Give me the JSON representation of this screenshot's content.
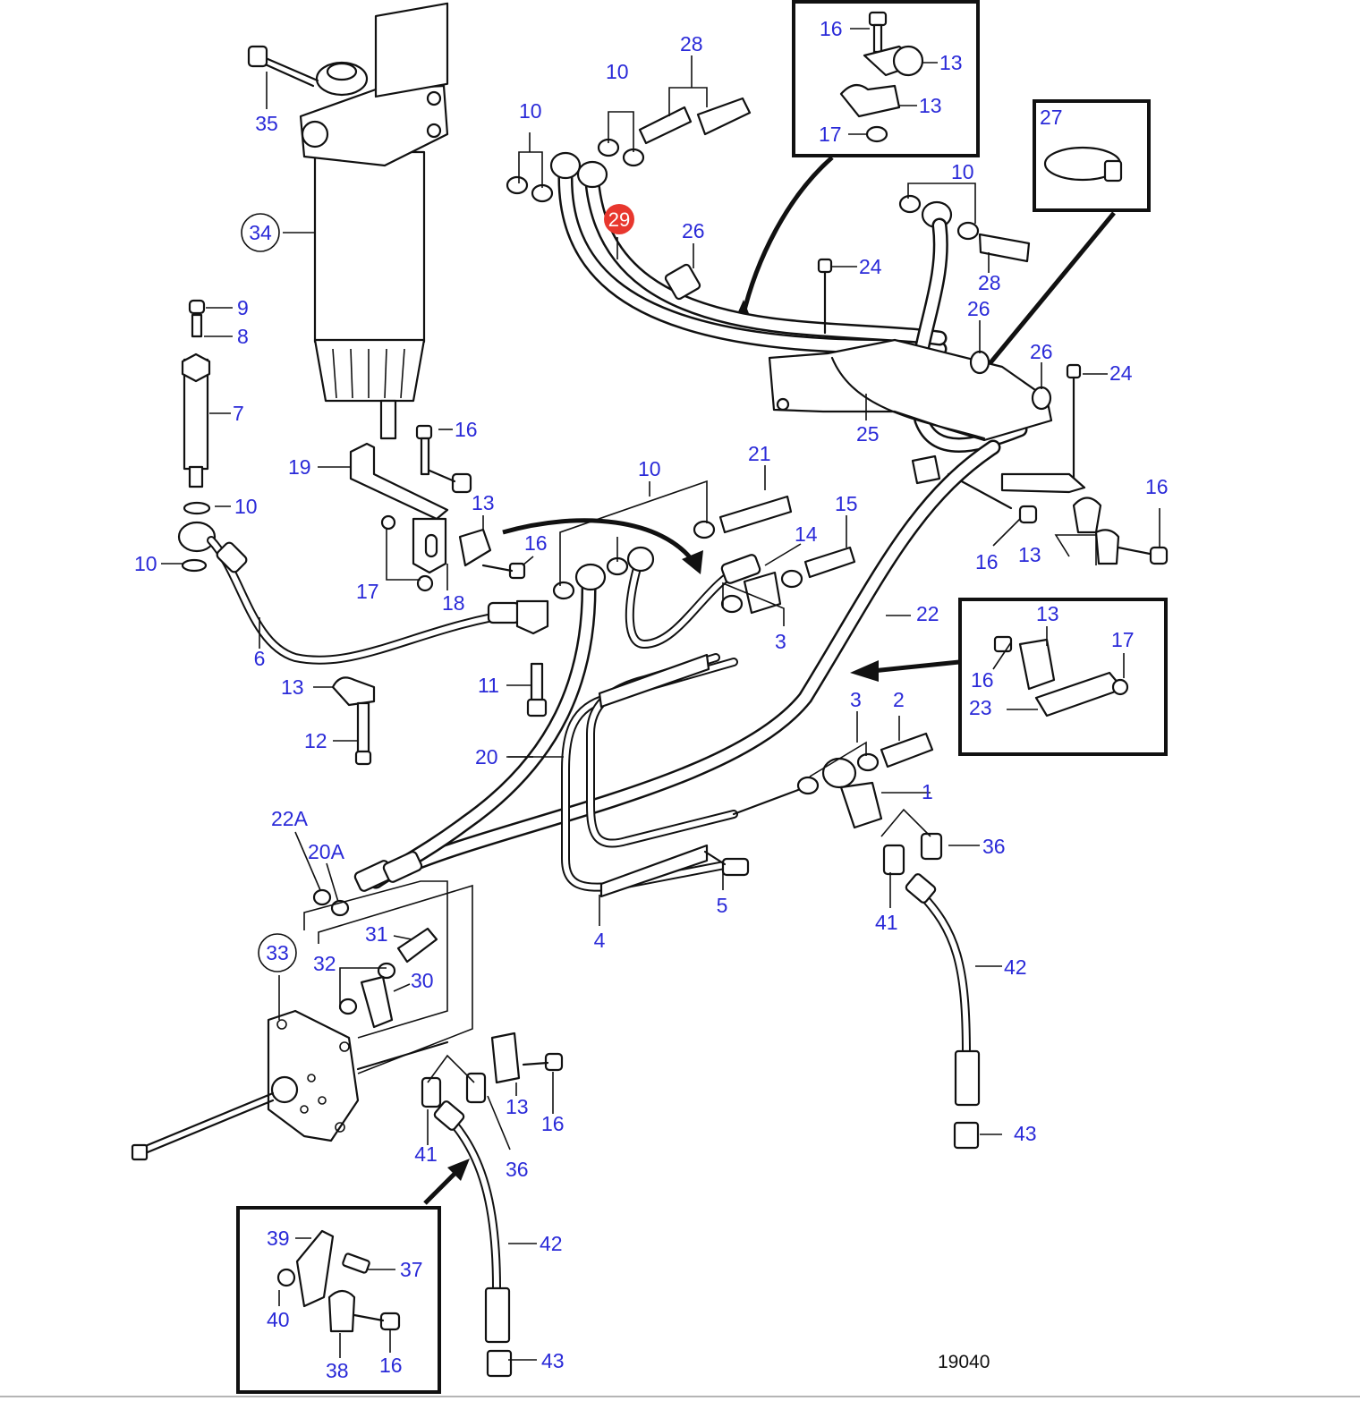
{
  "figure_number": "19040",
  "highlight_color": "#e8372e",
  "callout_color": "#2a2ad8",
  "callouts": {
    "c1": "1",
    "c2": "2",
    "c3a": "3",
    "c3b": "3",
    "c4": "4",
    "c5": "5",
    "c6": "6",
    "c7": "7",
    "c8": "8",
    "c9": "9",
    "c10a": "10",
    "c10b": "10",
    "c10c": "10",
    "c10d": "10",
    "c10e": "10",
    "c10f": "10",
    "c11": "11",
    "c12": "12",
    "c13a": "13",
    "c13b": "13",
    "c13c": "13",
    "c13d": "13",
    "c13e": "13",
    "c13f": "13",
    "c13g": "13",
    "c14": "14",
    "c15": "15",
    "c16a": "16",
    "c16b": "16",
    "c16c": "16",
    "c16d": "16",
    "c16e": "16",
    "c16f": "16",
    "c16g": "16",
    "c16h": "16",
    "c17a": "17",
    "c17b": "17",
    "c17c": "17",
    "c18": "18",
    "c19": "19",
    "c20": "20",
    "c20A": "20A",
    "c21": "21",
    "c22": "22",
    "c22A": "22A",
    "c23": "23",
    "c24a": "24",
    "c24b": "24",
    "c25": "25",
    "c26a": "26",
    "c26b": "26",
    "c26c": "26",
    "c27": "27",
    "c28a": "28",
    "c28b": "28",
    "c29": "29",
    "c30": "30",
    "c31": "31",
    "c32": "32",
    "c33": "33",
    "c34": "34",
    "c35": "35",
    "c36a": "36",
    "c36b": "36",
    "c37": "37",
    "c38": "38",
    "c39": "39",
    "c40": "40",
    "c41a": "41",
    "c41b": "41",
    "c42a": "42",
    "c42b": "42",
    "c43a": "43",
    "c43b": "43"
  }
}
